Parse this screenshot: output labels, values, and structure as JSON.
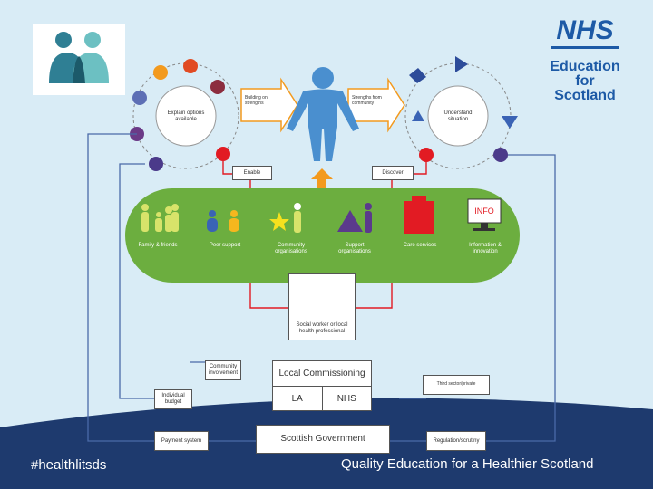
{
  "logo": {
    "nhs": "NHS",
    "line1": "Education",
    "line2": "for",
    "line3": "Scotland"
  },
  "top": {
    "left_circle": "Explain options available",
    "right_circle": "Understand situation",
    "arrow_left": "Building on strengths",
    "arrow_right": "Strengths from community",
    "enable": "Enable",
    "discover": "Discover"
  },
  "band": {
    "family": "Family & friends",
    "peer": "Peer support",
    "community": "Community organisations",
    "support": "Support organisations",
    "care": "Care services",
    "info": "Information & innovation",
    "info_screen": "INFO"
  },
  "professional": "Social worker or local health professional",
  "boxes": {
    "community_involvement": "Community involvement",
    "local_commissioning": "Local Commissioning",
    "la": "LA",
    "nhs": "NHS",
    "third_sector": "Third sector/private",
    "individual": "Individual budget",
    "payment": "Payment system",
    "scottish_government": "Scottish Government",
    "regulation": "Regulation/scrutiny"
  },
  "footer": {
    "hashtag": "#healthlitsds",
    "tagline": "Quality Education for a Healthier Scotland"
  },
  "colors": {
    "nhs_blue": "#1d5aa6",
    "band_green": "#6cae3f",
    "red": "#e21b23",
    "purple": "#5b3a8c",
    "footer": "#1e3a6e"
  }
}
